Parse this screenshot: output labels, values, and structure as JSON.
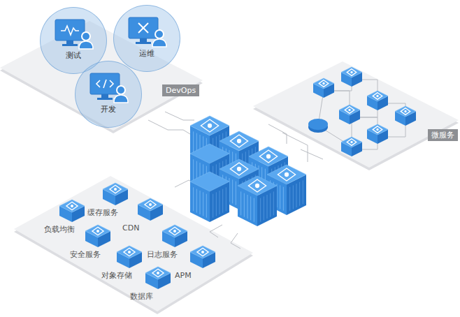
{
  "diagram": {
    "nodes": [
      {
        "text": [
          "DevOps"
        ]
      },
      {
        "text": [
          "测试"
        ],
        "in": 0
      },
      {
        "text": [
          "运维"
        ],
        "in": 0
      },
      {
        "text": [
          "开发"
        ],
        "in": 0
      },
      {
        "text": [
          "微服务"
        ]
      },
      {
        "text": [
          "缓存服务"
        ]
      },
      {
        "text": [
          "负载均衡"
        ]
      },
      {
        "text": [
          "CDN"
        ]
      },
      {
        "text": [
          "日志服务"
        ]
      },
      {
        "text": [
          "安全服务"
        ]
      },
      {
        "text": [
          "对象存储"
        ]
      },
      {
        "text": [
          "APM"
        ]
      },
      {
        "text": [
          "数据库"
        ]
      }
    ]
  }
}
